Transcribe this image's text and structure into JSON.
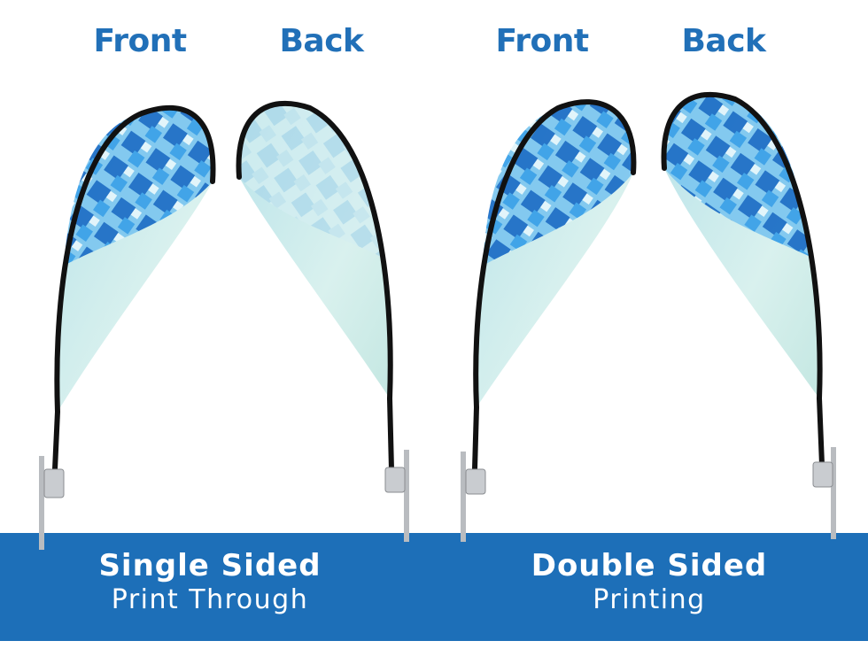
{
  "labels": {
    "single_front": "Front",
    "single_back": "Back",
    "double_front": "Front",
    "double_back": "Back"
  },
  "captions": {
    "single": {
      "title": "Single Sided",
      "subtitle": "Print Through"
    },
    "double": {
      "title": "Double Sided",
      "subtitle": "Printing"
    }
  },
  "colors": {
    "accent": "#1d6fb8",
    "label": "#2170b8",
    "fabric_light": "#cdeae6",
    "fabric_dark": "#1f72c4"
  }
}
